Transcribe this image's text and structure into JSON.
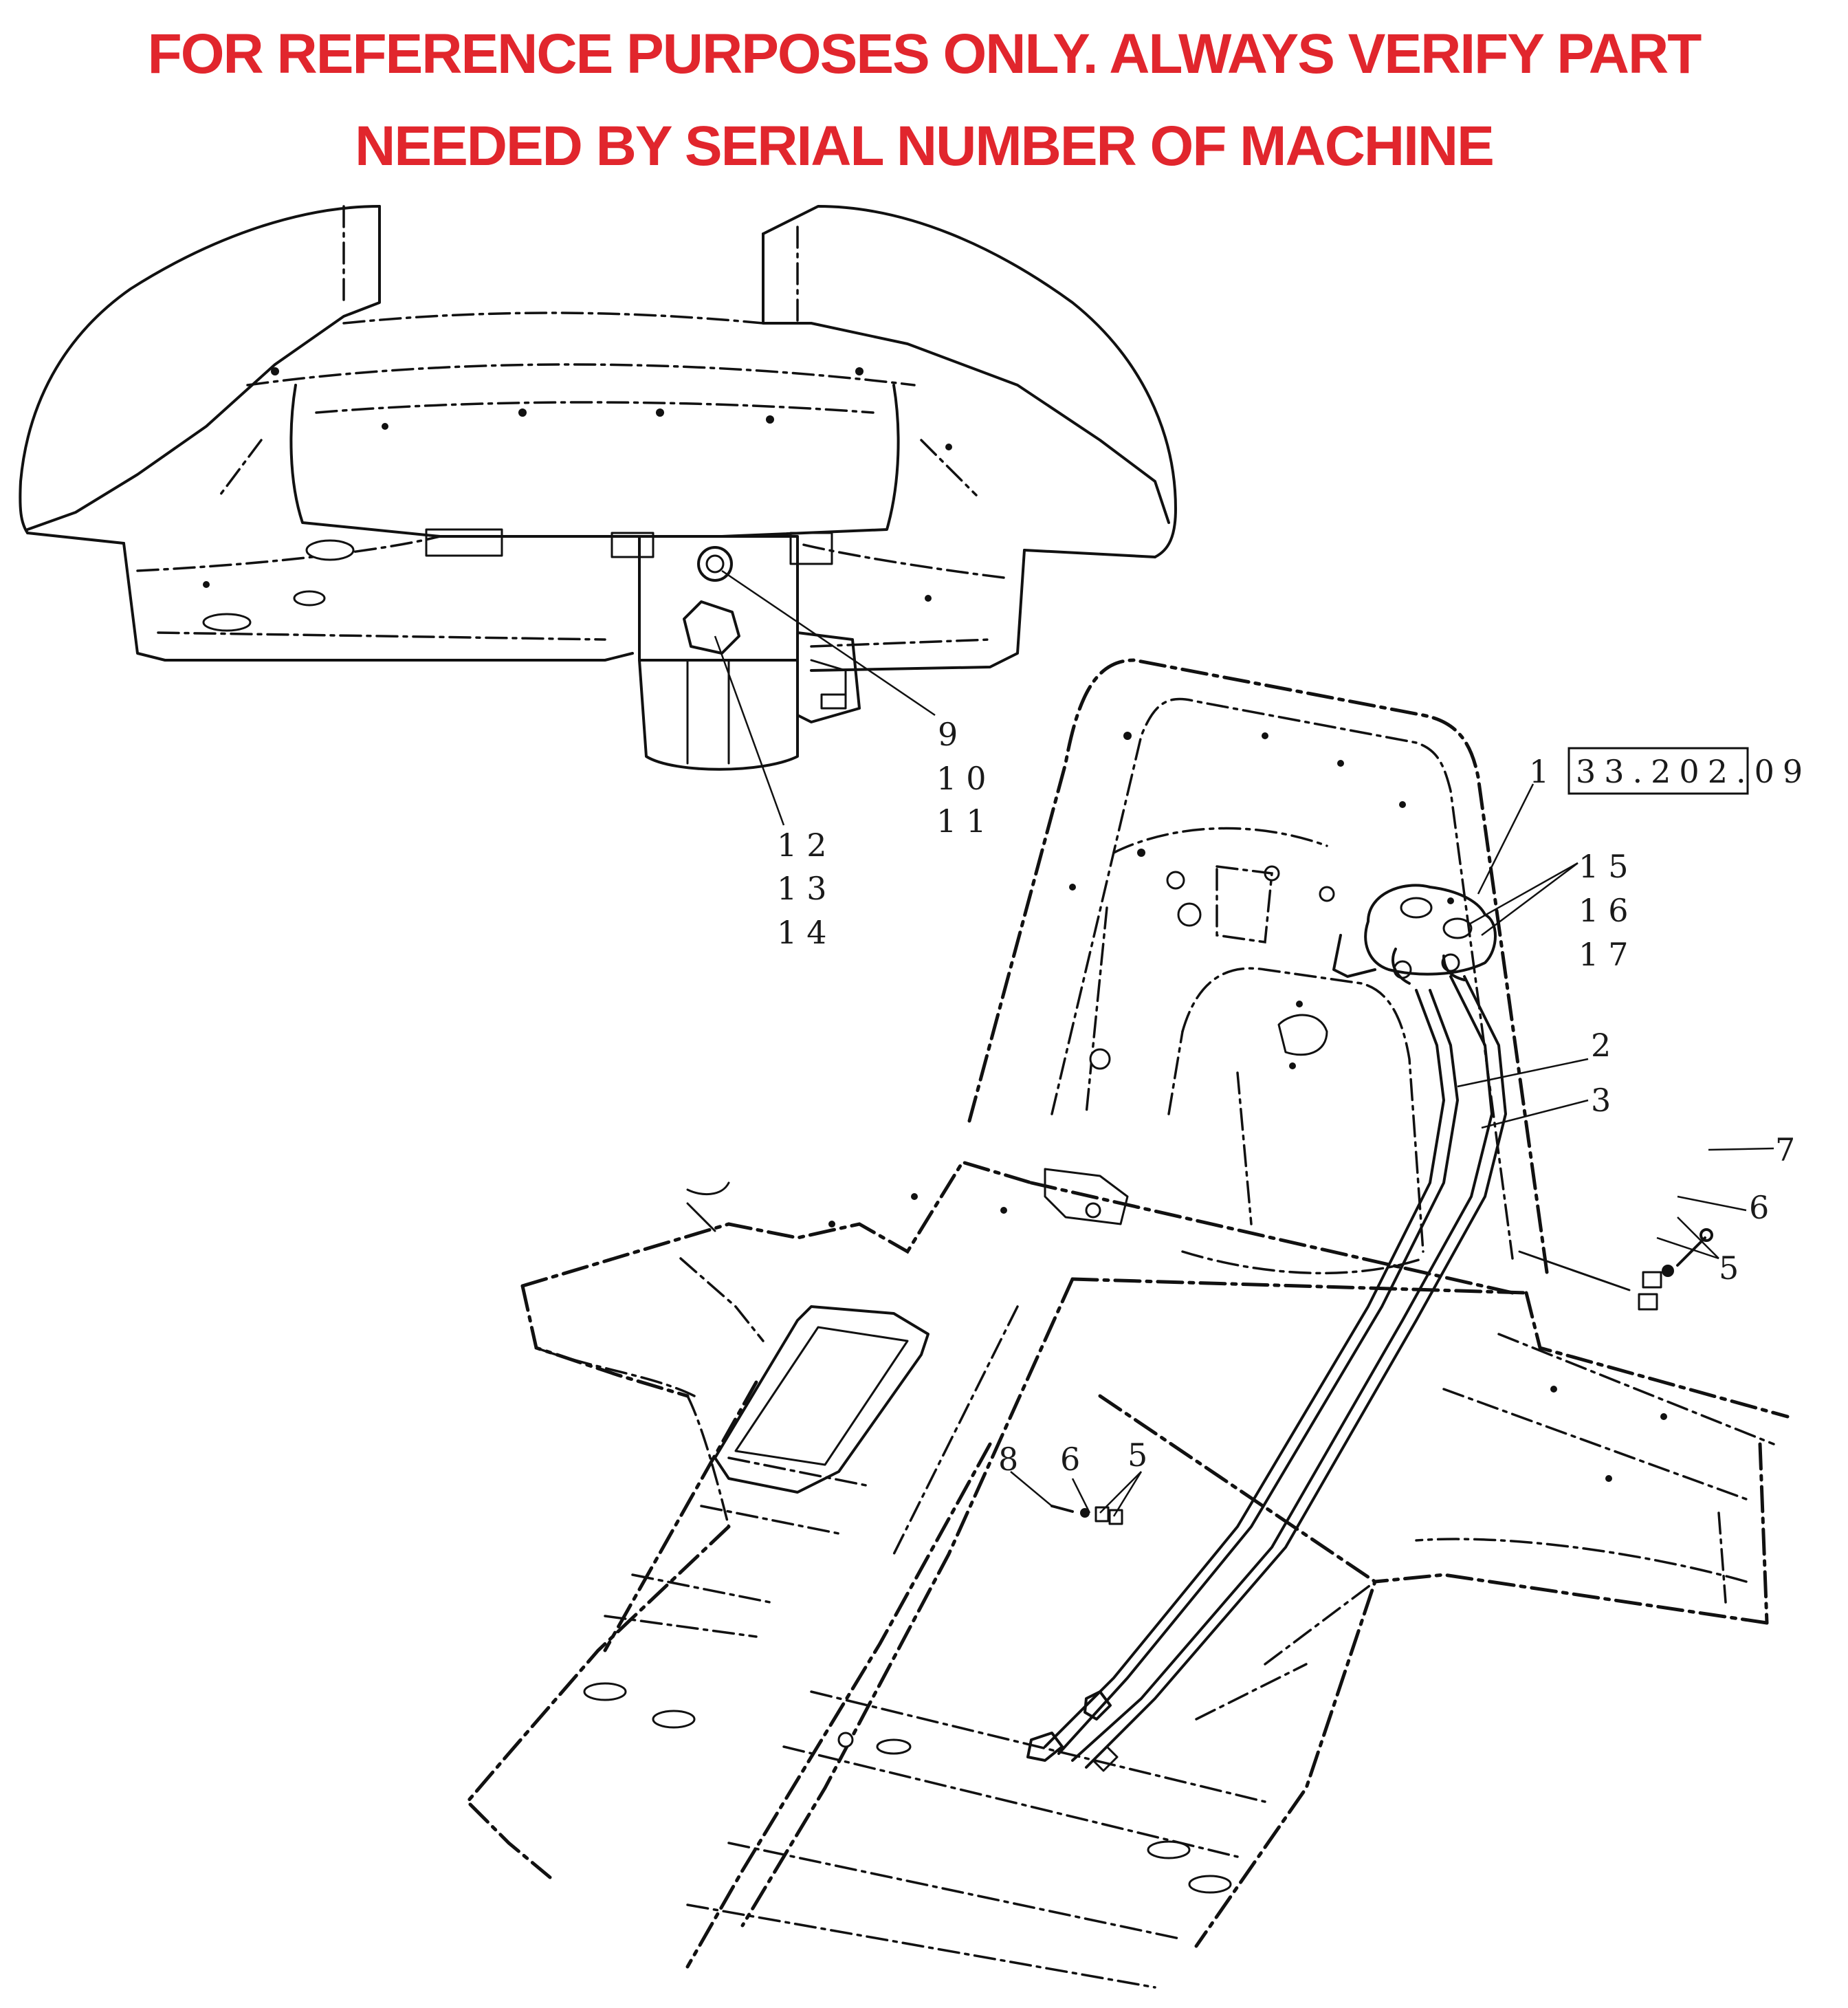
{
  "notice": {
    "line1": "FOR REFERENCE PURPOSES ONLY. ALWAYS VERIFY PART",
    "line2": "NEEDED BY SERIAL NUMBER OF MACHINE",
    "color": "#e1262d"
  },
  "reference_box": {
    "label": "33.202.09"
  },
  "callouts": {
    "c1": "1",
    "c2": "2",
    "c3": "3",
    "c5a": "5",
    "c5b": "5",
    "c6a": "6",
    "c6b": "6",
    "c7": "7",
    "c8": "8",
    "c9": "9",
    "c10": "10",
    "c11": "11",
    "c12": "12",
    "c13": "13",
    "c14": "14",
    "c15": "15",
    "c16": "16",
    "c17": "17"
  }
}
